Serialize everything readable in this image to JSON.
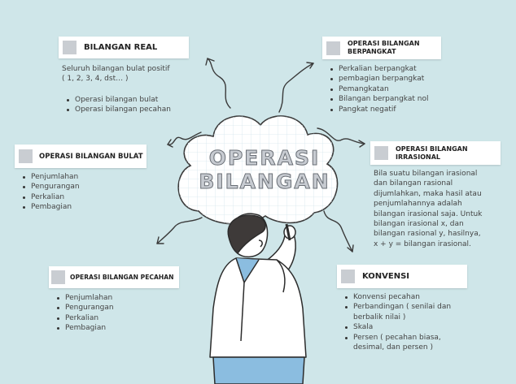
{
  "center_title": [
    "OPERASI",
    "BILANGAN"
  ],
  "bilangan_real": {
    "title": "BILANGAN REAL",
    "desc": [
      "Seluruh bilangan bulat positif",
      "( 1, 2, 3, 4, dst… )"
    ],
    "items": [
      "Operasi bilangan bulat",
      "Operasi bilangan pecahan"
    ]
  },
  "berpangkat": {
    "title": [
      "OPERASI BILANGAN",
      "BERPANGKAT"
    ],
    "items": [
      "Perkalian berpangkat",
      "pembagian berpangkat",
      "Pemangkatan",
      "Bilangan berpangkat nol",
      "Pangkat negatif"
    ]
  },
  "bulat": {
    "title": "OPERASI BILANGAN BULAT",
    "items": [
      "Penjumlahan",
      "Pengurangan",
      "Perkalian",
      "Pembagian"
    ]
  },
  "irrasional": {
    "title": [
      "OPERASI BILANGAN",
      "IRRASIONAL"
    ],
    "desc": [
      "Bila suatu bilangan irasional",
      "dan bilangan rasional",
      "dijumlahkan, maka hasil atau",
      "penjumlahannya adalah",
      "bilangan irasional saja. Untuk",
      "bilangan irasional x, dan",
      "bilangan rasional y, hasilnya,",
      "x + y = bilangan irasional."
    ]
  },
  "pecahan": {
    "title": "OPERASI BILANGAN PECAHAN",
    "items": [
      "Penjumlahan",
      "Pengurangan",
      "Perkalian",
      "Pembagian"
    ]
  },
  "konvensi": {
    "title": "KONVENSI",
    "items": [
      "Konvensi pecahan",
      "Perbandingan  ( senilai dan berbalik nilai )",
      "Skala",
      "Persen  ( pecahan biasa, desimal, dan persen )"
    ]
  },
  "colors": {
    "background": "#cfe6e9",
    "square": "#c9cdd2",
    "title_fill": "#c7cbd1",
    "shirt": "#8bbde0"
  }
}
